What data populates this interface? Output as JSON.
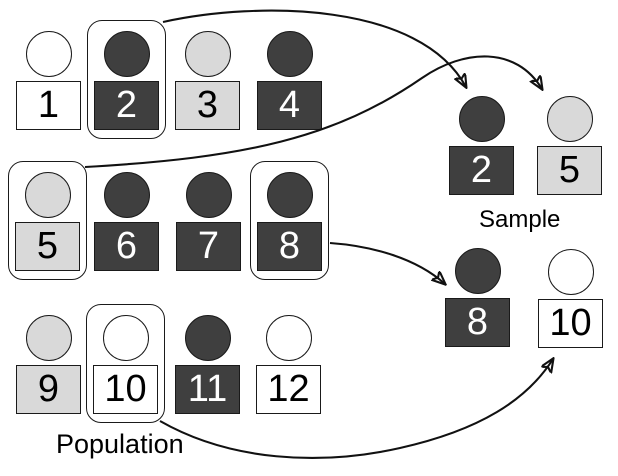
{
  "diagram": {
    "description_labels": {
      "population": "Population",
      "sample": "Sample"
    }
  },
  "colors": {
    "dark_fill": "#3f3f3f",
    "light_fill": "#d9d9d9",
    "white_fill": "#ffffff",
    "stroke": "#1a1a1a",
    "arrow": "#111111",
    "number_on_dark": "#ffffff",
    "number_on_light": "#000000"
  },
  "population": {
    "label": "Population",
    "items": [
      {
        "label": "1",
        "shade": "white",
        "selected": false
      },
      {
        "label": "2",
        "shade": "dark",
        "selected": true
      },
      {
        "label": "3",
        "shade": "light",
        "selected": false
      },
      {
        "label": "4",
        "shade": "dark",
        "selected": false
      },
      {
        "label": "5",
        "shade": "light",
        "selected": true
      },
      {
        "label": "6",
        "shade": "dark",
        "selected": false
      },
      {
        "label": "7",
        "shade": "dark",
        "selected": false
      },
      {
        "label": "8",
        "shade": "dark",
        "selected": true
      },
      {
        "label": "9",
        "shade": "light",
        "selected": false
      },
      {
        "label": "10",
        "shade": "white",
        "selected": true
      },
      {
        "label": "11",
        "shade": "dark",
        "selected": false
      },
      {
        "label": "12",
        "shade": "white",
        "selected": false
      }
    ]
  },
  "sample": {
    "label": "Sample",
    "items": [
      {
        "label": "2",
        "shade": "dark"
      },
      {
        "label": "5",
        "shade": "light"
      },
      {
        "label": "8",
        "shade": "dark"
      },
      {
        "label": "10",
        "shade": "white"
      }
    ]
  },
  "arrows": [
    {
      "source": "population-item-2",
      "target": "sample-item-2"
    },
    {
      "source": "population-item-5",
      "target": "sample-item-5"
    },
    {
      "source": "population-item-8",
      "target": "sample-item-8"
    },
    {
      "source": "population-item-10",
      "target": "sample-item-10"
    }
  ]
}
